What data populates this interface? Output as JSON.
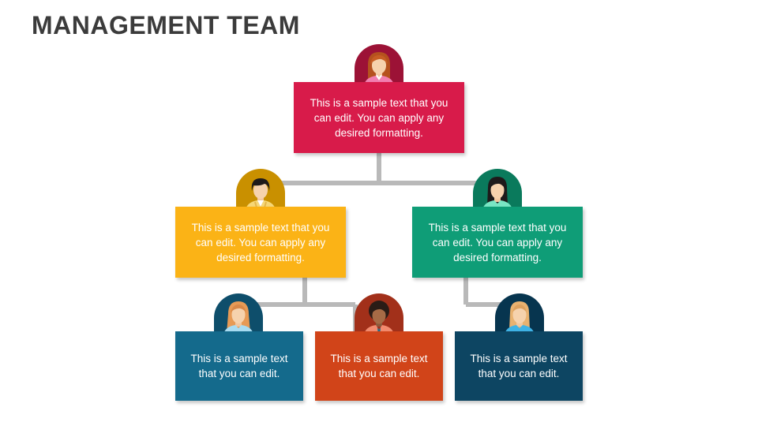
{
  "title": "MANAGEMENT TEAM",
  "colors": {
    "crimson": "#d81b4a",
    "crimson_dark": "#9c1236",
    "amber": "#fbb316",
    "amber_dark": "#c99000",
    "teal": "#0f9d77",
    "teal_dark": "#0a7a5c",
    "blue": "#146a8c",
    "blue_dark": "#0e4e6b",
    "orange": "#d14419",
    "orange_dark": "#a2301a",
    "navy": "#0d4562",
    "navy_dark": "#07354f",
    "connector": "#b9b9b9"
  },
  "nodes": {
    "top": {
      "text": "This is a sample text that you can edit. You can apply any desired formatting.",
      "icon": "woman-avatar-icon"
    },
    "mid_left": {
      "text": "This is a sample text that you can edit. You can apply any desired formatting.",
      "icon": "man-avatar-icon"
    },
    "mid_right": {
      "text": "This is a sample text that you can edit. You can apply any desired formatting.",
      "icon": "woman-avatar-icon"
    },
    "bottom_1": {
      "text": "This is a sample text that you can edit.",
      "icon": "woman-avatar-icon"
    },
    "bottom_2": {
      "text": "This is a sample text that you can edit.",
      "icon": "woman-avatar-icon"
    },
    "bottom_3": {
      "text": "This is a sample text that you can edit.",
      "icon": "woman-avatar-icon"
    }
  }
}
